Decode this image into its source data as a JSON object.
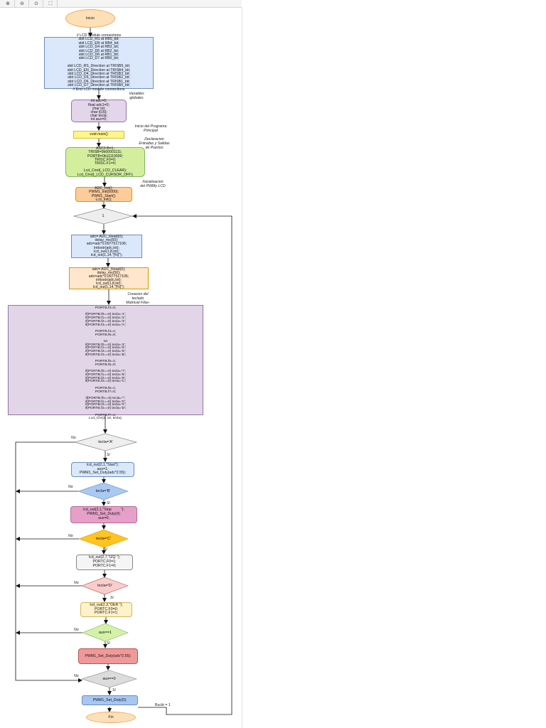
{
  "toolbar": {
    "zoom_in_icon": "magnifier-plus",
    "zoom_out_icon": "magnifier-minus",
    "zoom_reset_icon": "magnifier",
    "fit_icon": "fit-page"
  },
  "flowchart": {
    "start": "Inicio",
    "lcd_block": "// LCD module connections\nsbit LCD_RS at RB5_bit;\nsbit LCD_EN at RB4_bit;\nsbit LCD_D4 at RB3_bit;\nsbit LCD_D5 at RB2_bit;\nsbit LCD_D6 at RB1_bit;\nsbit LCD_D7 at RB0_bit;\n\nsbit LCD_RS_Direction at TRISB5_bit;\nsbit LCD_EN_Direction at TRISB4_bit;\nsbit LCD_D4_Direction at TRISB3_bit;\nsbit LCD_D5_Direction at TRISB2_bit;\nsbit LCD_D6_Direction at TRISB1_bit;\nsbit LCD_D7_Direction at TRISB0_bit;\n// End LCD module connections",
    "vars_note": "Variables\nglobales",
    "vars_block": "int adc=0;\nfloat adc1=0;\nchar txt;\nchar t[15];\nchar tecla;\nint aux=0;",
    "main_note": "Inicio del Programa\nPrincipal",
    "main_block": "void main()",
    "ports_note": "Declaracion\nEntradas y Salidas\nde Puertos",
    "ports_block": "ASC0 B=1;\nTRISB=0b00001111;\nPORTB=0b11110000;\nTRISC.F0=0;\nTRISC.F1=0;\n\nLcd_Cmd(_LCD_CLEAR);\nLcd_Cmd(_LCD_CURSOR_OFF);",
    "init_note": "Inicializacion\ndel PWMy LCD",
    "init_block": "ADC_Init();\nPWM1_Init(5000);\nPWM1_Start();\nLcd_Init();",
    "loop_cond": "1",
    "adc_block_1": "adc= ADC_Read(0);\ndelay_ms(50);\nadc=adc*0.0977517106;\ninttostr(adc,txt);\nlcd_out(1,8,txt);\nlcd_out(1,14,\"[%]\");",
    "adc_block_2": "adc= ADC_Read(0);\ndelay_ms(50);\nadc=adc*0.0977517106;\ninttostr(adc,txt);\nlcd_out(1,8,txt);\nlcd_out(1,14,\"[%]\");",
    "keypad_note": "Creacion del\nteclado\nMatricial Filas-\nColumnas",
    "keypad_block": "PORTB.f4=0;\n\nif(PORTB.f0==0) tecla='1';\nif(PORTB.f1==0) tecla='2';\nif(PORTB.f2==0) tecla='3';\nif(PORTB.f3==0) tecla='A';\n\nPORTB.f4=1;\nPORTB.f5=0;\n\ntxt\nif(PORTB.f0==0) tecla='4';\nif(PORTB.f1==0) tecla='5';\nif(PORTB.f2==0) tecla='6';\nif(PORTB.f3==0) tecla='B';\n\nPORTB.f5=1;\nPORTB.f6=0;\n\nif(PORTB.f0==0) tecla='7';\nif(PORTB.f1==0) tecla='8';\nif(PORTB.f2==0) tecla='9';\nif(PORTB.f3==0) tecla='C';\n\nPORTB.f6=1;\nPORTB.f7=0;\n\nif(PORTB.f0==0) tecla='*';\nif(PORTB.f1==0) tecla='0';\nif(PORTB.f2==0) tecla='#';\nif(PORTB.f3==0) tecla='D';\n\nPORTB.f7=1;\nLcd_Chr(2, 16, tecla);",
    "dec_a": "tecla='A'",
    "act_a": "lcd_out(2,1,\"Start\");\naux=1;\nPWM1_Set_Duty(adc*2.55);",
    "dec_b": "tecla='B'",
    "act_b": "lcd_out(2,1,\"Stop         \");\nPWM1_Set_Duty(0);\naux=0;",
    "dec_c": "tecla='C'",
    "act_c": "lcd_out(2,7,\"IZQ \");\nPORTC.F0=1;\nPORTC.F1=0;",
    "dec_d": "tecla='D'",
    "act_d": "lcd_out(2,3,\"DER \");\nPORTC.F0=0;\nPORTC.F1=1;",
    "dec_aux1": "aux==1",
    "act_aux1": "PWM1_Set_Duty(adc*2.55);",
    "dec_aux0": "aux==0",
    "act_aux0": "PWM1_Set_Duty(0);",
    "end": "Fin",
    "label_si": "Si",
    "label_no": "No",
    "while_label": "Buclé = 1"
  },
  "colors": {
    "terminal": "#fde0b8",
    "terminal_border": "#f0a860",
    "lcd": "#dbe8fb",
    "lcd_border": "#6c8ebf",
    "vars": "#e3d5ea",
    "vars_border": "#9673a6",
    "main": "#fff780",
    "main_border": "#d6b656",
    "ports": "#d3ef9e",
    "ports_border": "#82b366",
    "init": "#fdcc99",
    "init_border": "#d79b00",
    "adc2": "#ffe6cc",
    "adc2_border": "#d79b00",
    "keypad": "#e1d5e7",
    "keypad_border": "#9673a6",
    "decision_grey": "#eeeeee",
    "decision_blue": "#a9c8f2",
    "decision_orange": "#ffc41f",
    "decision_pink": "#f8cecc",
    "decision_green": "#d4f1a8",
    "act_a": "#dae8fc",
    "act_b": "#e6a0c8",
    "act_c": "#f5f5f5",
    "act_d": "#fff2cc",
    "act_aux1": "#f19999",
    "act_aux0": "#a7c7f3"
  }
}
